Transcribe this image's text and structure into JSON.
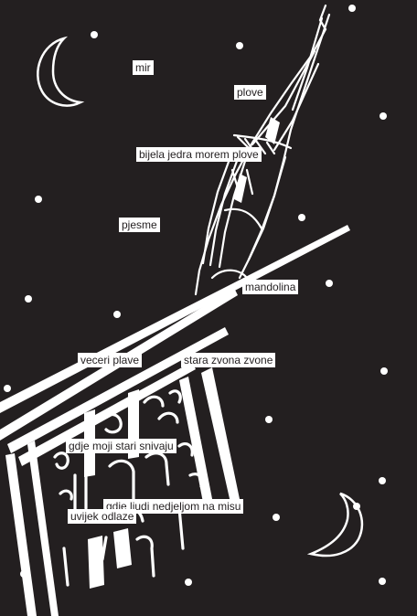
{
  "colors": {
    "background": "#231f20",
    "ink": "#ffffff"
  },
  "poem": {
    "w1": "mir",
    "w2": "plove",
    "w3": "bijela jedra morem plove",
    "w4": "pjesme",
    "w5": "mandolina",
    "w6": "veceri plave",
    "w7": "stara zvona zvone",
    "w8": "gdje moji stari snivaju",
    "w9": "gdje ljudi nedjeljom na misu",
    "w10": "uvijek odlaze"
  },
  "illustration": {
    "moon_left": "crescent-moon",
    "moon_right": "crescent-moon",
    "stars": "stars",
    "tower": "bell-tower",
    "building": "church-facade"
  }
}
